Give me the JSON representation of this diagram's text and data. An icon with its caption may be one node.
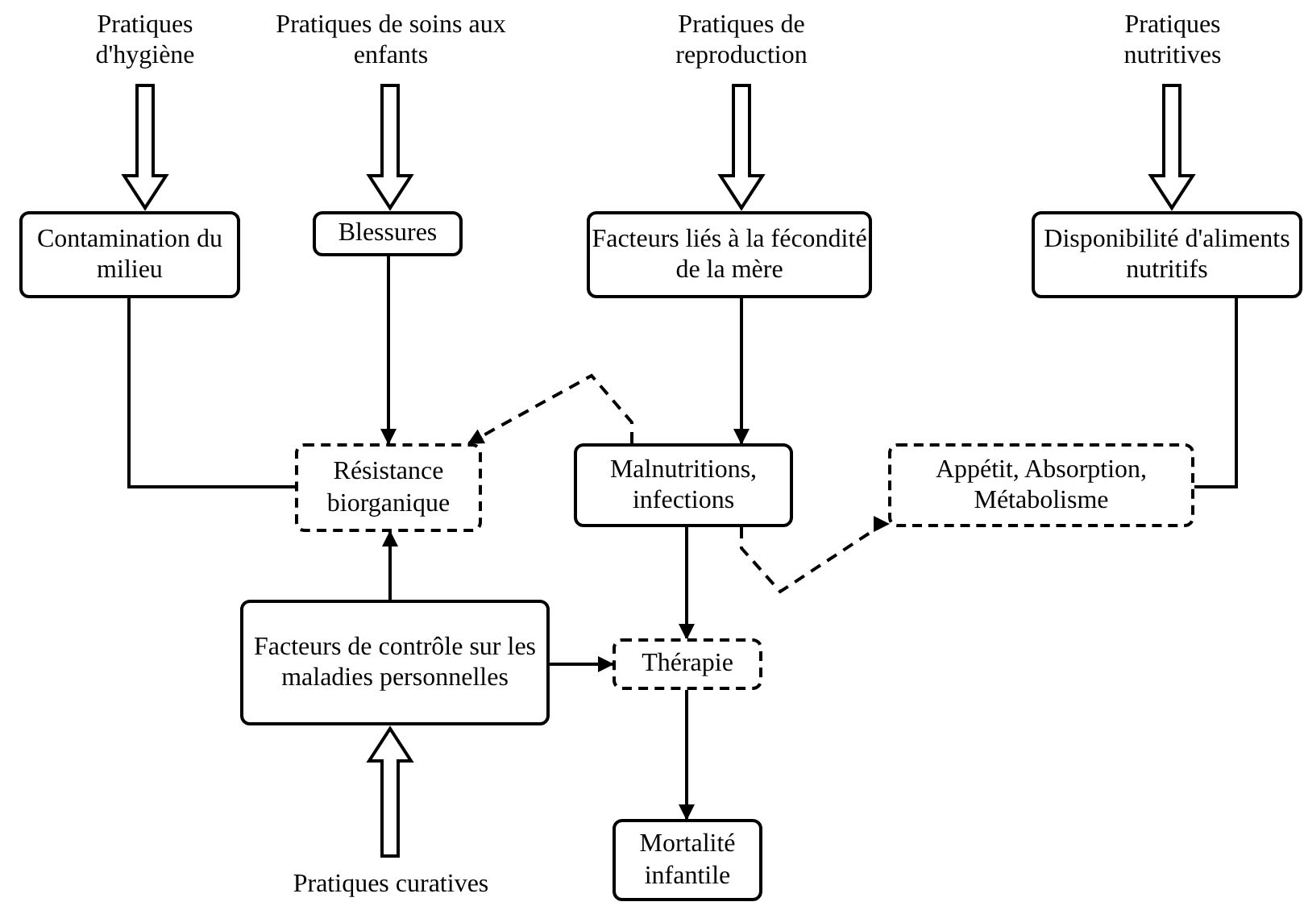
{
  "diagram": {
    "nodes": [
      {
        "text": [
          "Pratiques d'hygiène"
        ]
      },
      {
        "text": [
          "Pratiques de soins aux enfants"
        ]
      },
      {
        "text": [
          "Pratiques de reproduction"
        ]
      },
      {
        "text": [
          "Pratiques nutritives"
        ]
      },
      {
        "text": [
          "Contamination du milieu"
        ]
      },
      {
        "text": [
          "Blessures"
        ]
      },
      {
        "text": [
          "Facteurs liés à la fécondité de la mère"
        ]
      },
      {
        "text": [
          "Disponibilité d'aliments nutritifs"
        ]
      },
      {
        "text": [
          "Résistance biorganique"
        ]
      },
      {
        "text": [
          "Malnutritions, infections"
        ]
      },
      {
        "text": [
          "Appétit, Absorption, Métabolisme"
        ]
      },
      {
        "text": [
          "Facteurs de contrôle sur les maladies personnelles"
        ]
      },
      {
        "text": [
          "Thérapie"
        ]
      },
      {
        "text": [
          "Mortalité infantile"
        ]
      },
      {
        "text": [
          "Pratiques curatives"
        ]
      }
    ],
    "edges": [
      {
        "from": 0,
        "to": 4,
        "arrow": "to",
        "style": "thick"
      },
      {
        "from": 1,
        "to": 5,
        "arrow": "to",
        "style": "thick"
      },
      {
        "from": 2,
        "to": 6,
        "arrow": "to",
        "style": "thick"
      },
      {
        "from": 3,
        "to": 7,
        "arrow": "to",
        "style": "thick"
      },
      {
        "from": 4,
        "to": 8,
        "arrow": "none"
      },
      {
        "from": 5,
        "to": 8,
        "arrow": "to"
      },
      {
        "from": 6,
        "to": 9,
        "arrow": "to"
      },
      {
        "from": 7,
        "to": 10,
        "arrow": "none"
      },
      {
        "from": 9,
        "to": 8,
        "arrow": "to",
        "style": "dashed"
      },
      {
        "from": 9,
        "to": 10,
        "arrow": "to",
        "style": "dashed"
      },
      {
        "from": 11,
        "to": 8,
        "arrow": "to"
      },
      {
        "from": 11,
        "to": 12,
        "arrow": "to"
      },
      {
        "from": 9,
        "to": 12,
        "arrow": "to"
      },
      {
        "from": 12,
        "to": 13,
        "arrow": "to"
      },
      {
        "from": 14,
        "to": 11,
        "arrow": "to",
        "style": "thick"
      }
    ]
  }
}
